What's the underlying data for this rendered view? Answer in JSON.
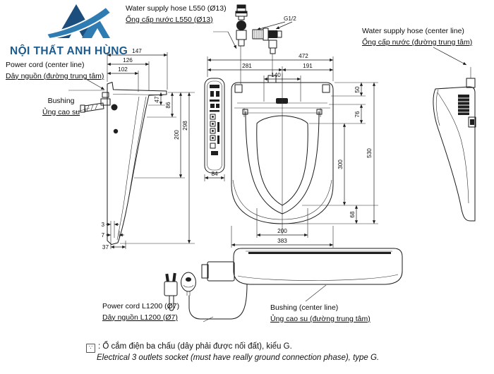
{
  "brand": {
    "name": "NỘI THẤT ANH HÙNG"
  },
  "annotations": {
    "water_hose_top": {
      "en": "Water supply hose L550 (Ø13)",
      "vi": "Ống cấp nước L550 (Ø13)"
    },
    "water_hose_right": {
      "en": "Water supply hose (center line)",
      "vi": "Ống cấp nước (đường trung tâm)"
    },
    "power_cord_left": {
      "en": "Power cord (center line)",
      "vi": "Dây nguồn (đường trung tâm)"
    },
    "bushing_left": {
      "en": "Bushing",
      "vi": "Ủng cao su"
    },
    "power_cord_bottom": {
      "en": "Power cord L1200 (Ø7)",
      "vi": "Dây nguồn L1200 (Ø7)"
    },
    "bushing_bottom": {
      "en": "Bushing (center line)",
      "vi": "Ủng cao su (đường trung tâm)"
    },
    "fitting_thread": "G1/2"
  },
  "dimensions": {
    "side": {
      "w147": "147",
      "w126": "126",
      "w102": "102",
      "h47": "47",
      "h86": "86",
      "h200": "200",
      "h298": "298",
      "b3": "3",
      "b7": "7",
      "b37": "37"
    },
    "top": {
      "w472": "472",
      "w281": "281",
      "w191": "191",
      "w140": "140",
      "h50": "50",
      "h76": "76",
      "h300": "300",
      "h68": "68",
      "h530": "530",
      "w200": "200",
      "w383": "383",
      "w84": "84"
    }
  },
  "footnote": {
    "symbol": "∵",
    "vi": ": Ổ cắm điện ba chấu (dây phải được nối đất), kiểu G.",
    "en": "Electrical 3 outlets socket (must have really ground connection phase), type G."
  }
}
